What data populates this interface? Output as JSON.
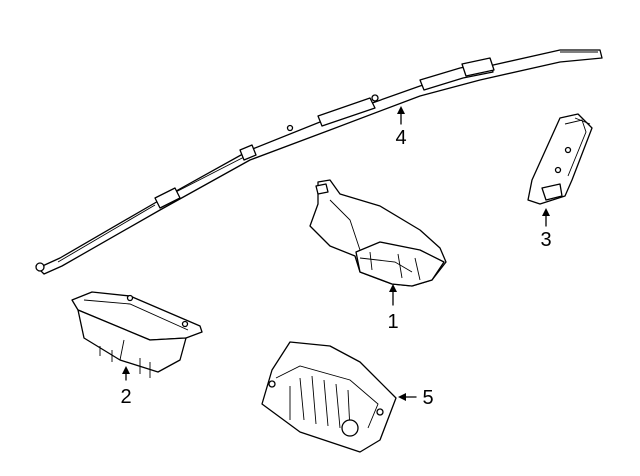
{
  "callouts": [
    {
      "id": "1",
      "label": "1"
    },
    {
      "id": "2",
      "label": "2"
    },
    {
      "id": "3",
      "label": "3"
    },
    {
      "id": "4",
      "label": "4"
    },
    {
      "id": "5",
      "label": "5"
    }
  ]
}
